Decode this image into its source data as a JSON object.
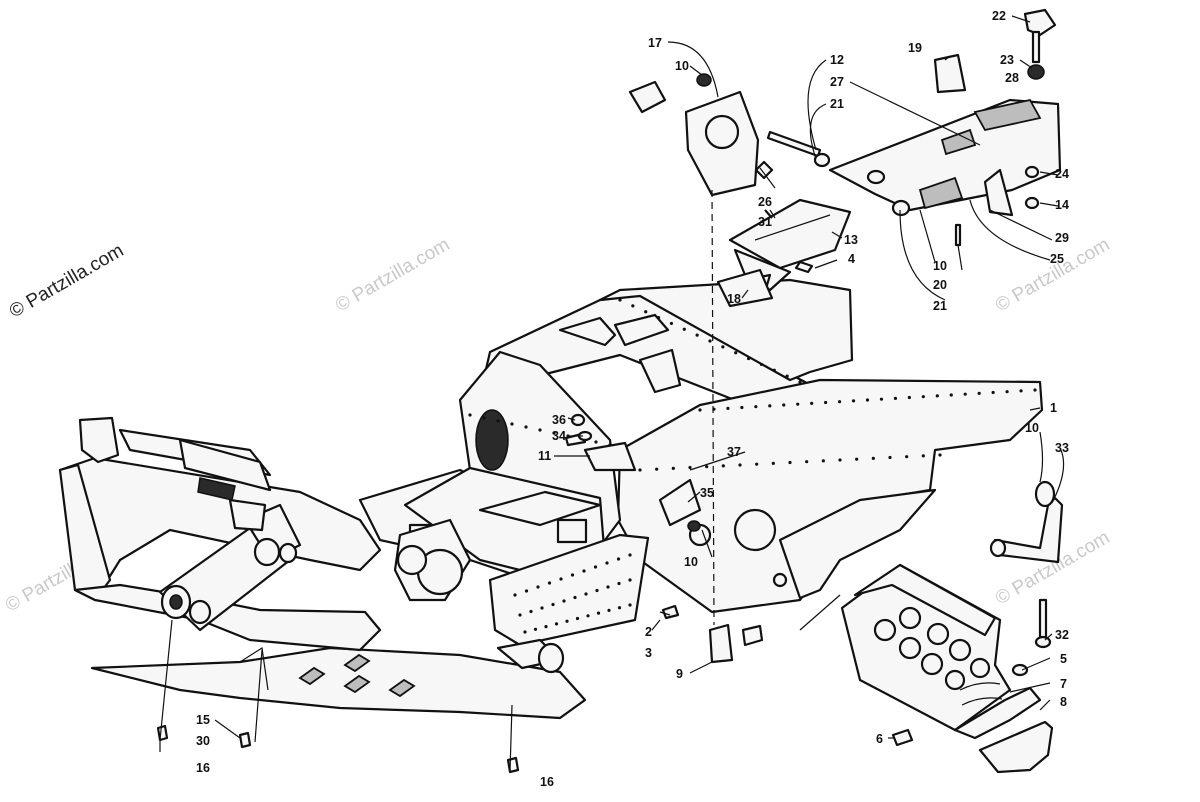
{
  "watermarks": {
    "main": "© Partzilla.com",
    "faint": "© Partzilla.com"
  },
  "callouts": {
    "c1": "1",
    "c2": "2",
    "c3": "3",
    "c4": "4",
    "c5": "5",
    "c6": "6",
    "c7": "7",
    "c8": "8",
    "c9": "9",
    "c10a": "10",
    "c10b": "10",
    "c10c": "10",
    "c10d": "10",
    "c11": "11",
    "c12": "12",
    "c13": "13",
    "c14": "14",
    "c15": "15",
    "c16a": "16",
    "c16b": "16",
    "c17": "17",
    "c18": "18",
    "c19": "19",
    "c20": "20",
    "c21a": "21",
    "c21b": "21",
    "c22": "22",
    "c23": "23",
    "c24": "24",
    "c25": "25",
    "c26": "26",
    "c27": "27",
    "c28": "28",
    "c29": "29",
    "c30": "30",
    "c31": "31",
    "c32": "32",
    "c33": "33",
    "c34": "34",
    "c35": "35",
    "c36": "36",
    "c37": "37"
  }
}
